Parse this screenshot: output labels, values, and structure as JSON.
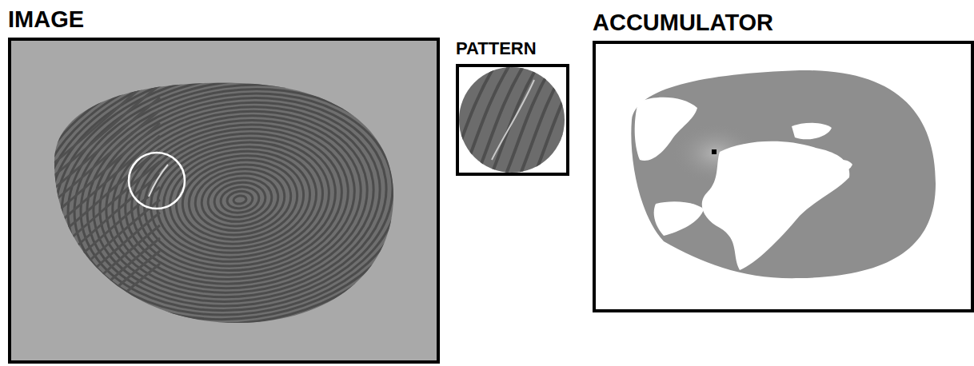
{
  "diagram": {
    "nodes": [
      {
        "text": [
          "IMAGE"
        ]
      },
      {
        "text": [
          "PATTERN"
        ]
      },
      {
        "text": [
          "ACCUMULATOR"
        ]
      }
    ]
  }
}
